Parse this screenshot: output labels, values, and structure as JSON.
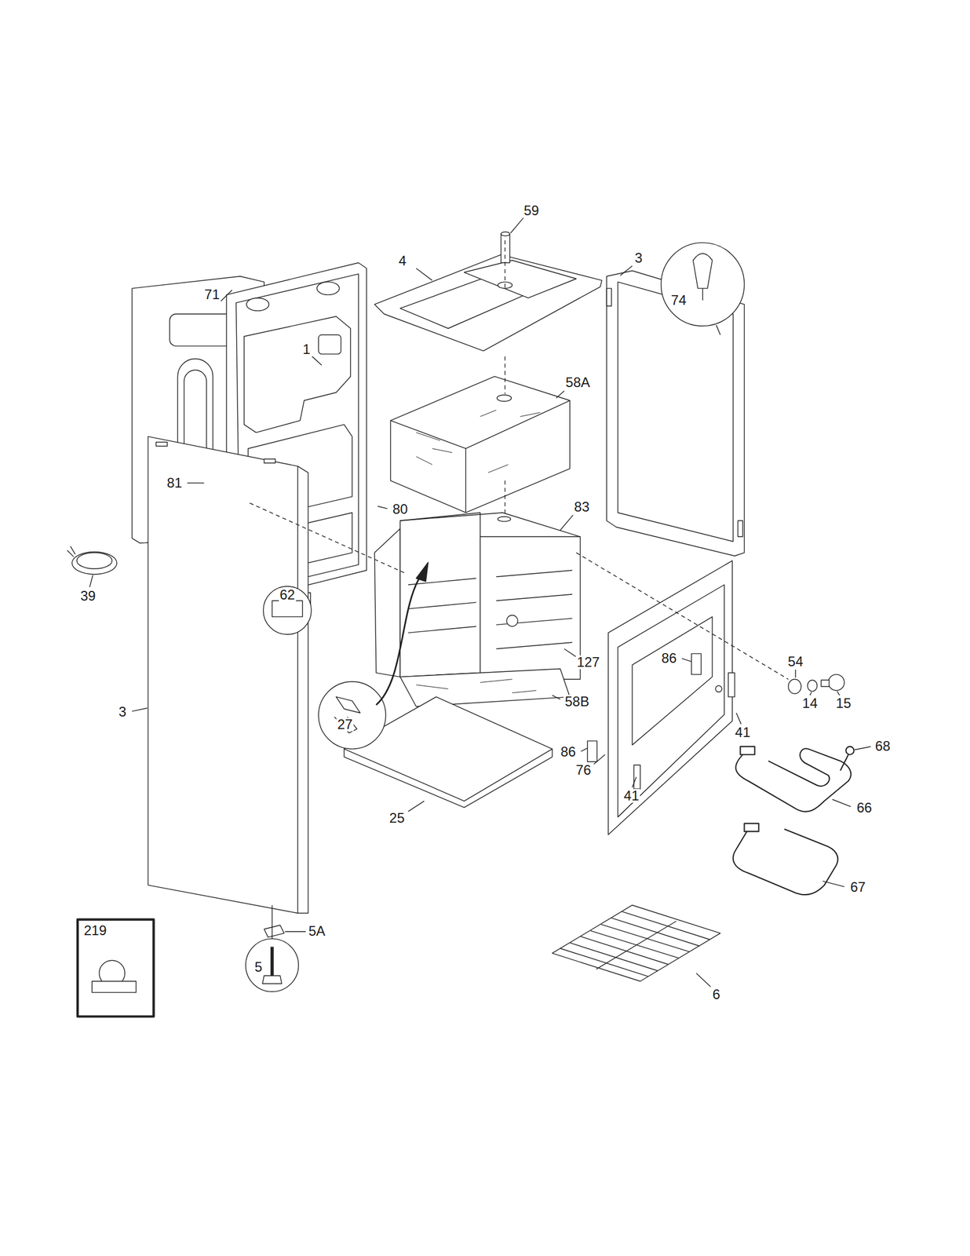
{
  "diagram": {
    "labels": [
      "59",
      "4",
      "3",
      "74",
      "71",
      "1",
      "58A",
      "81",
      "80",
      "83",
      "39",
      "62",
      "127",
      "86",
      "54",
      "14",
      "15",
      "3",
      "27",
      "58B",
      "41",
      "86",
      "68",
      "76",
      "41",
      "66",
      "25",
      "67",
      "5A",
      "5",
      "219",
      "6"
    ]
  }
}
